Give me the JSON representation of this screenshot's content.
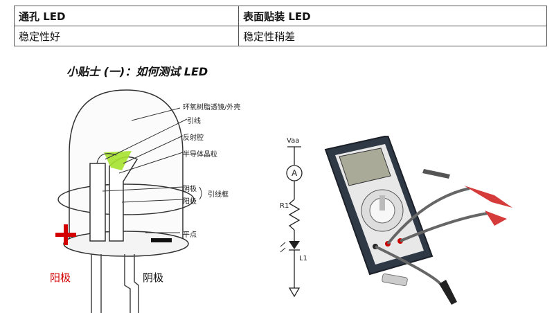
{
  "table": {
    "headers": [
      "通孔 LED",
      "表面贴装 LED"
    ],
    "rows": [
      [
        "稳定性好",
        "稳定性稍差"
      ]
    ]
  },
  "tip_title": "小贴士 (一)：如何测试 LED",
  "led_diagram": {
    "labels": {
      "lens": "环氧树脂透镜/外壳",
      "wire": "引线",
      "cup": "反射腔",
      "chip": "半导体晶粒",
      "cathode": "阴极",
      "anode": "阳极",
      "frame": "引线框",
      "flat": "平点"
    },
    "plus_sign": "+",
    "minus_sign": "−",
    "anode_label": "阳极",
    "cathode_label": "阴极"
  },
  "circuit": {
    "vaa": "Vaa",
    "ammeter": "A",
    "r1": "R1",
    "l1": "L1"
  },
  "colors": {
    "plus": "#d40000",
    "chip_glow": "#a6e22e"
  }
}
